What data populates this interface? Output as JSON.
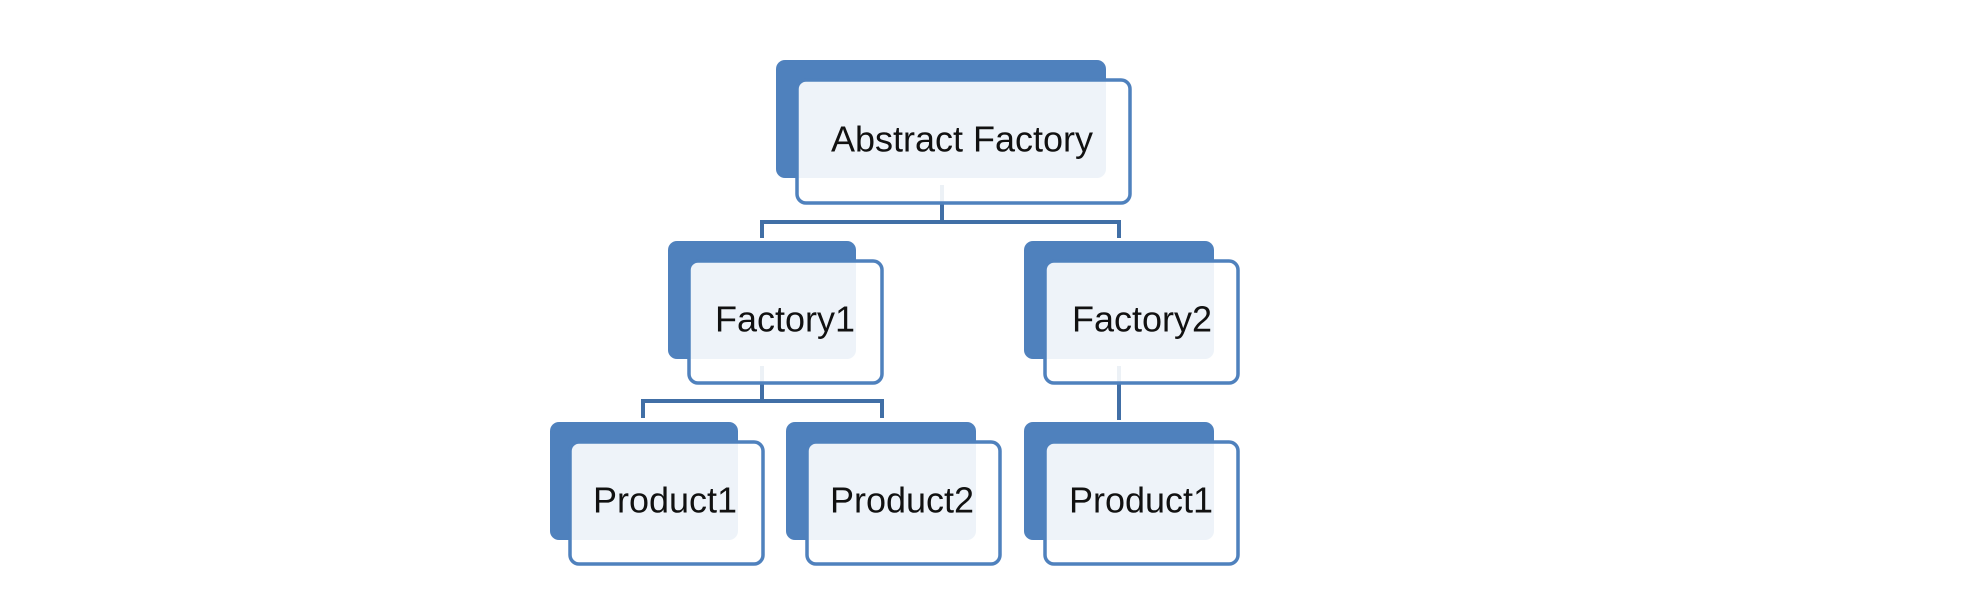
{
  "diagram": {
    "nodes": [
      {
        "id": "abstract_factory",
        "label": "Abstract Factory",
        "level": 0
      },
      {
        "id": "factory1",
        "label": "Factory1",
        "level": 1,
        "parent": "abstract_factory"
      },
      {
        "id": "factory2",
        "label": "Factory2",
        "level": 1,
        "parent": "abstract_factory"
      },
      {
        "id": "factory1_product1",
        "label": "Product1",
        "level": 2,
        "parent": "factory1"
      },
      {
        "id": "factory1_product2",
        "label": "Product2",
        "level": 2,
        "parent": "factory1"
      },
      {
        "id": "factory2_product1",
        "label": "Product1",
        "level": 2,
        "parent": "factory2"
      }
    ],
    "colors": {
      "node_fill": "#4f81bd",
      "node_outline": "#4f81bd",
      "connector": "#416fa6",
      "label_text": "#111111",
      "background": "#ffffff"
    }
  }
}
